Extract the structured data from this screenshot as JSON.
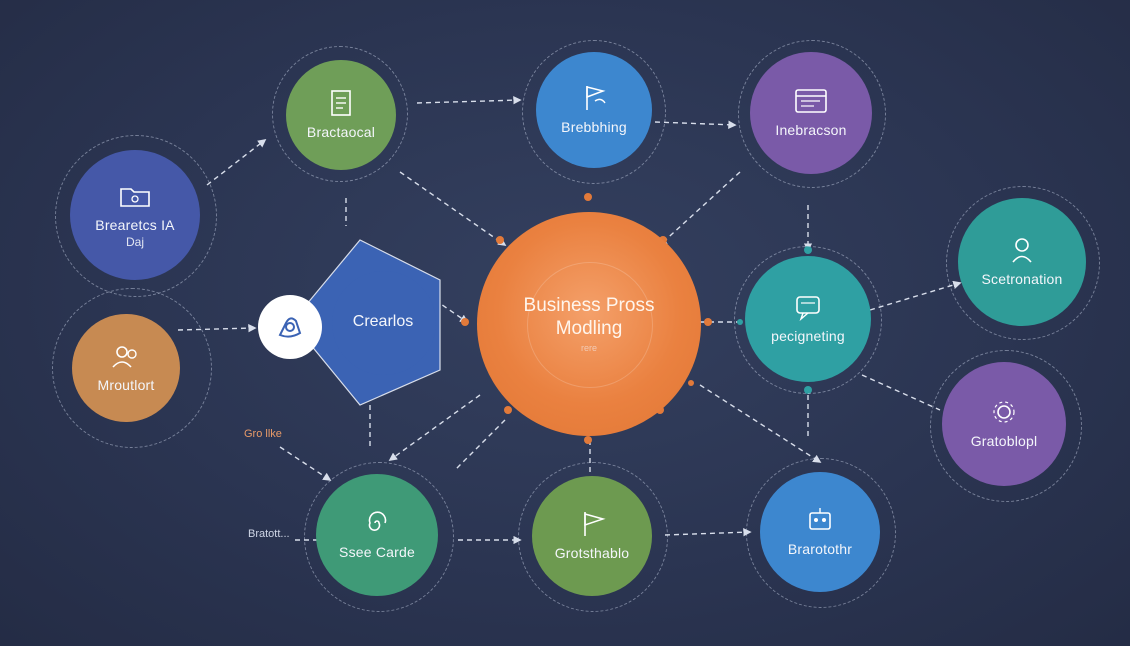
{
  "diagram": {
    "center": {
      "line1": "Business Pross",
      "line2": "Modling",
      "small": "rere",
      "color": "#ea8140"
    },
    "nodes": [
      {
        "id": "top-left",
        "label": "Bractaocal",
        "icon": "document-icon",
        "color": "#6f9e58"
      },
      {
        "id": "top-mid",
        "label": "Brebbhing",
        "icon": "flag-icon",
        "color": "#3d87cf"
      },
      {
        "id": "top-right",
        "label": "Inebracson",
        "icon": "window-icon",
        "color": "#7a5aa8"
      },
      {
        "id": "left-top",
        "label": "Brearetcs IA",
        "sublabel": "Daj",
        "icon": "folder-icon",
        "color": "#4558a8"
      },
      {
        "id": "creations",
        "label": "Crearlos",
        "icon": "badge-icon",
        "color": "#3b63b4"
      },
      {
        "id": "left-bottom",
        "label": "Mroutlort",
        "icon": "people-icon",
        "color": "#c78a52"
      },
      {
        "id": "right-mid",
        "label": "pecigneting",
        "icon": "chat-icon",
        "color": "#2fa0a3"
      },
      {
        "id": "right-top",
        "label": "Scetronation",
        "icon": "person-icon",
        "color": "#2f9c98"
      },
      {
        "id": "right-bottom",
        "label": "Gratoblopl",
        "icon": "gear-icon",
        "color": "#7a5aa8"
      },
      {
        "id": "bottom-left",
        "label": "Ssee Carde",
        "icon": "spiral-icon",
        "color": "#3f9a77"
      },
      {
        "id": "bottom-mid",
        "label": "Grotsthablo",
        "icon": "flag-icon",
        "color": "#6d9a50"
      },
      {
        "id": "bottom-right",
        "label": "Brarotothr",
        "icon": "robot-icon",
        "color": "#3d87cf"
      }
    ],
    "annotations": {
      "left_mid": "Gro llke",
      "bottom_left": "Bratott..."
    }
  }
}
